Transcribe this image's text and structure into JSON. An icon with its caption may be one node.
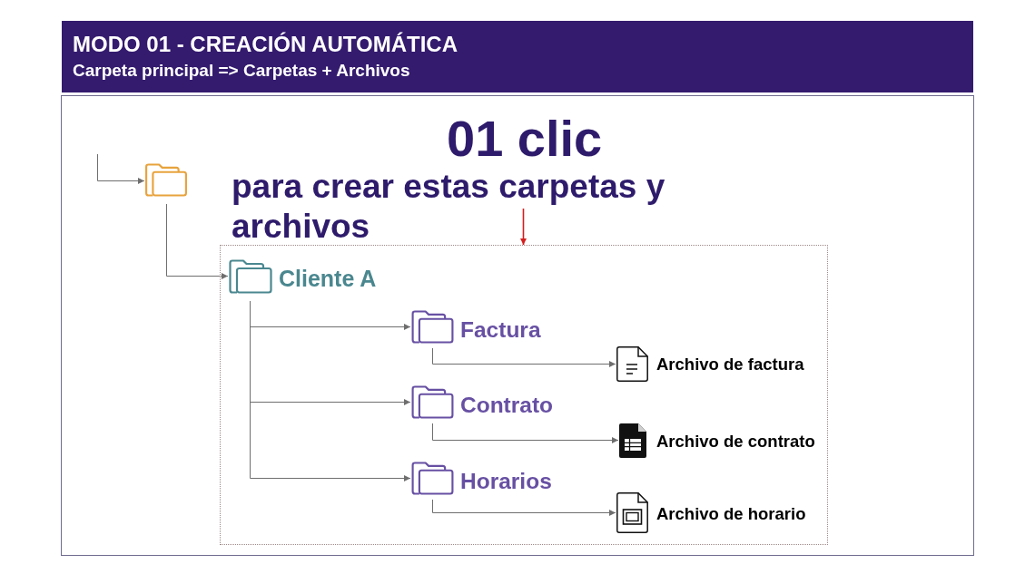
{
  "diagram": {
    "title": "MODO 01 - CREACIÓN AUTOMÁTICA",
    "nodes": [
      {
        "text": [],
        "shape": "folder"
      },
      {
        "text": [
          "para crear estas carpetas y archivos"
        ]
      },
      {
        "text": [],
        "shape": "box"
      },
      {
        "text": [
          "Cliente A"
        ],
        "in": 2
      },
      {
        "text": [
          "Factura"
        ],
        "in": 2
      },
      {
        "text": [
          "Archivo de factura"
        ],
        "in": 2
      },
      {
        "text": [
          "Contrato"
        ],
        "in": 2
      },
      {
        "text": [
          "Archivo de contrato"
        ],
        "in": 2
      },
      {
        "text": [
          "Horarios"
        ],
        "in": 2
      },
      {
        "text": [
          "Archivo de horario"
        ],
        "in": 2
      }
    ],
    "edges": [
      {
        "from": null,
        "to": 0,
        "arrow": "to"
      },
      {
        "from": 1,
        "to": 2,
        "arrow": "to",
        "color": "#d41f1f"
      },
      {
        "from": 0,
        "to": 3,
        "arrow": "to"
      },
      {
        "from": 3,
        "to": 4,
        "arrow": "to"
      },
      {
        "from": 3,
        "to": 6,
        "arrow": "to"
      },
      {
        "from": 3,
        "to": 8,
        "arrow": "to"
      },
      {
        "from": 4,
        "to": 5,
        "arrow": "to"
      },
      {
        "from": 6,
        "to": 7,
        "arrow": "to"
      },
      {
        "from": 8,
        "to": 9,
        "arrow": "to"
      }
    ],
    "labels": [
      "Carpeta principal => Carpetas + Archivos",
      "01 clic"
    ]
  }
}
